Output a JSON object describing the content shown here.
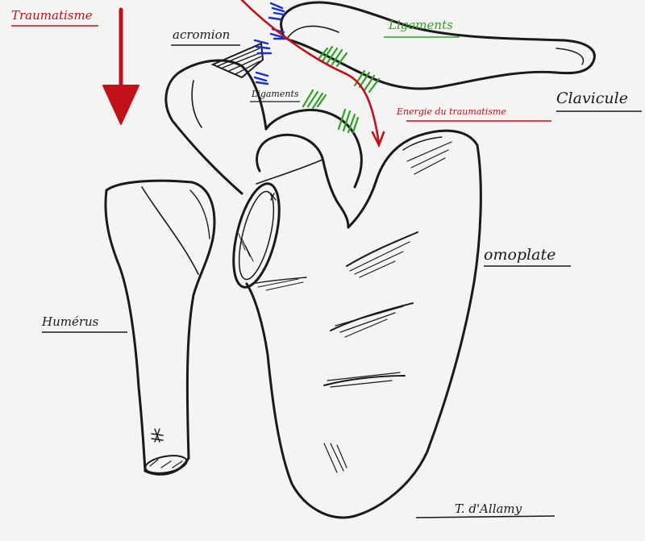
{
  "labels": {
    "traumatisme": "Traumatisme",
    "acromion": "acromion",
    "ligaments_top": "Ligaments",
    "ligaments_small": "Ligaments",
    "clavicule": "Clavicule",
    "energie": "Energie du traumatisme",
    "omoplate": "omoplate",
    "humerus": "Humérus",
    "signature": "T. d'Allamy"
  },
  "colors": {
    "ink": "#1a1a1a",
    "red": "#c0101a",
    "green": "#2ea02a",
    "blue": "#1830d0",
    "paper": "#f4f4f2"
  }
}
